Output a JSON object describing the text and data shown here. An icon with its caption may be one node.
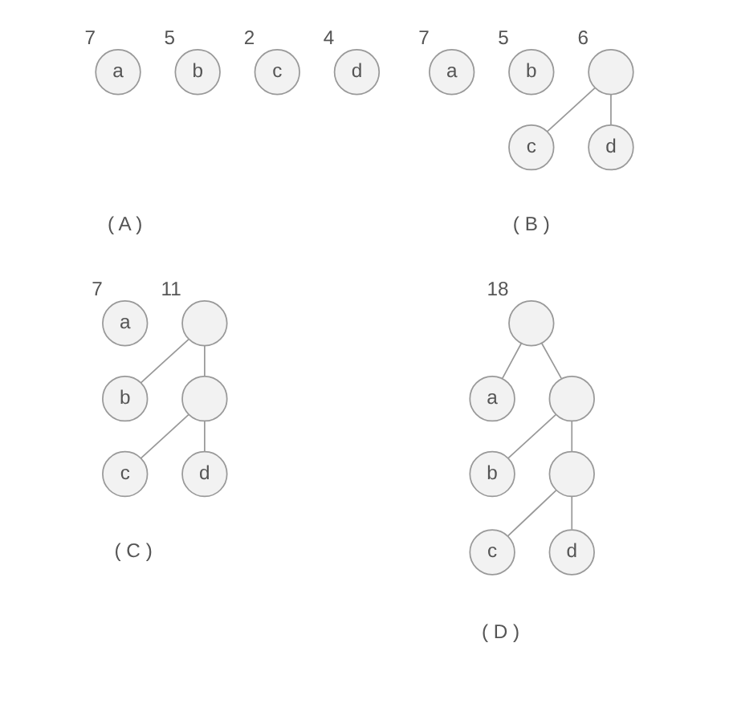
{
  "diagram": {
    "nodes": [
      {
        "text": [
          "a"
        ],
        "beside": [
          "7"
        ]
      },
      {
        "text": [
          "b"
        ],
        "beside": [
          "5"
        ]
      },
      {
        "text": [
          "c"
        ],
        "beside": [
          "2"
        ]
      },
      {
        "text": [
          "d"
        ],
        "beside": [
          "4"
        ]
      },
      {
        "text": [
          "a"
        ],
        "beside": [
          "7"
        ]
      },
      {
        "text": [
          "b"
        ],
        "beside": [
          "5"
        ]
      },
      {
        "text": [],
        "shape": "circle",
        "beside": [
          "6"
        ]
      },
      {
        "text": [
          "c"
        ]
      },
      {
        "text": [
          "d"
        ]
      },
      {
        "text": [
          "a"
        ],
        "beside": [
          "7"
        ]
      },
      {
        "text": [],
        "shape": "circle",
        "beside": [
          "11"
        ]
      },
      {
        "text": [
          "b"
        ]
      },
      {
        "text": [],
        "shape": "circle"
      },
      {
        "text": [
          "c"
        ]
      },
      {
        "text": [
          "d"
        ]
      },
      {
        "text": [],
        "shape": "circle",
        "beside": [
          "18"
        ]
      },
      {
        "text": [
          "a"
        ]
      },
      {
        "text": [],
        "shape": "circle"
      },
      {
        "text": [
          "b"
        ]
      },
      {
        "text": [],
        "shape": "circle"
      },
      {
        "text": [
          "c"
        ]
      },
      {
        "text": [
          "d"
        ]
      }
    ],
    "edges": [
      {
        "from": 6,
        "to": 7,
        "arrow": "none"
      },
      {
        "from": 6,
        "to": 8,
        "arrow": "none"
      },
      {
        "from": 10,
        "to": 11,
        "arrow": "none"
      },
      {
        "from": 10,
        "to": 12,
        "arrow": "none"
      },
      {
        "from": 12,
        "to": 13,
        "arrow": "none"
      },
      {
        "from": 12,
        "to": 14,
        "arrow": "none"
      },
      {
        "from": 15,
        "to": 16,
        "arrow": "none"
      },
      {
        "from": 15,
        "to": 17,
        "arrow": "none"
      },
      {
        "from": 17,
        "to": 18,
        "arrow": "none"
      },
      {
        "from": 17,
        "to": 19,
        "arrow": "none"
      },
      {
        "from": 19,
        "to": 20,
        "arrow": "none"
      },
      {
        "from": 19,
        "to": 21,
        "arrow": "none"
      }
    ],
    "labels": [
      "( A )",
      "( B )",
      "( C )",
      "( D )"
    ]
  }
}
